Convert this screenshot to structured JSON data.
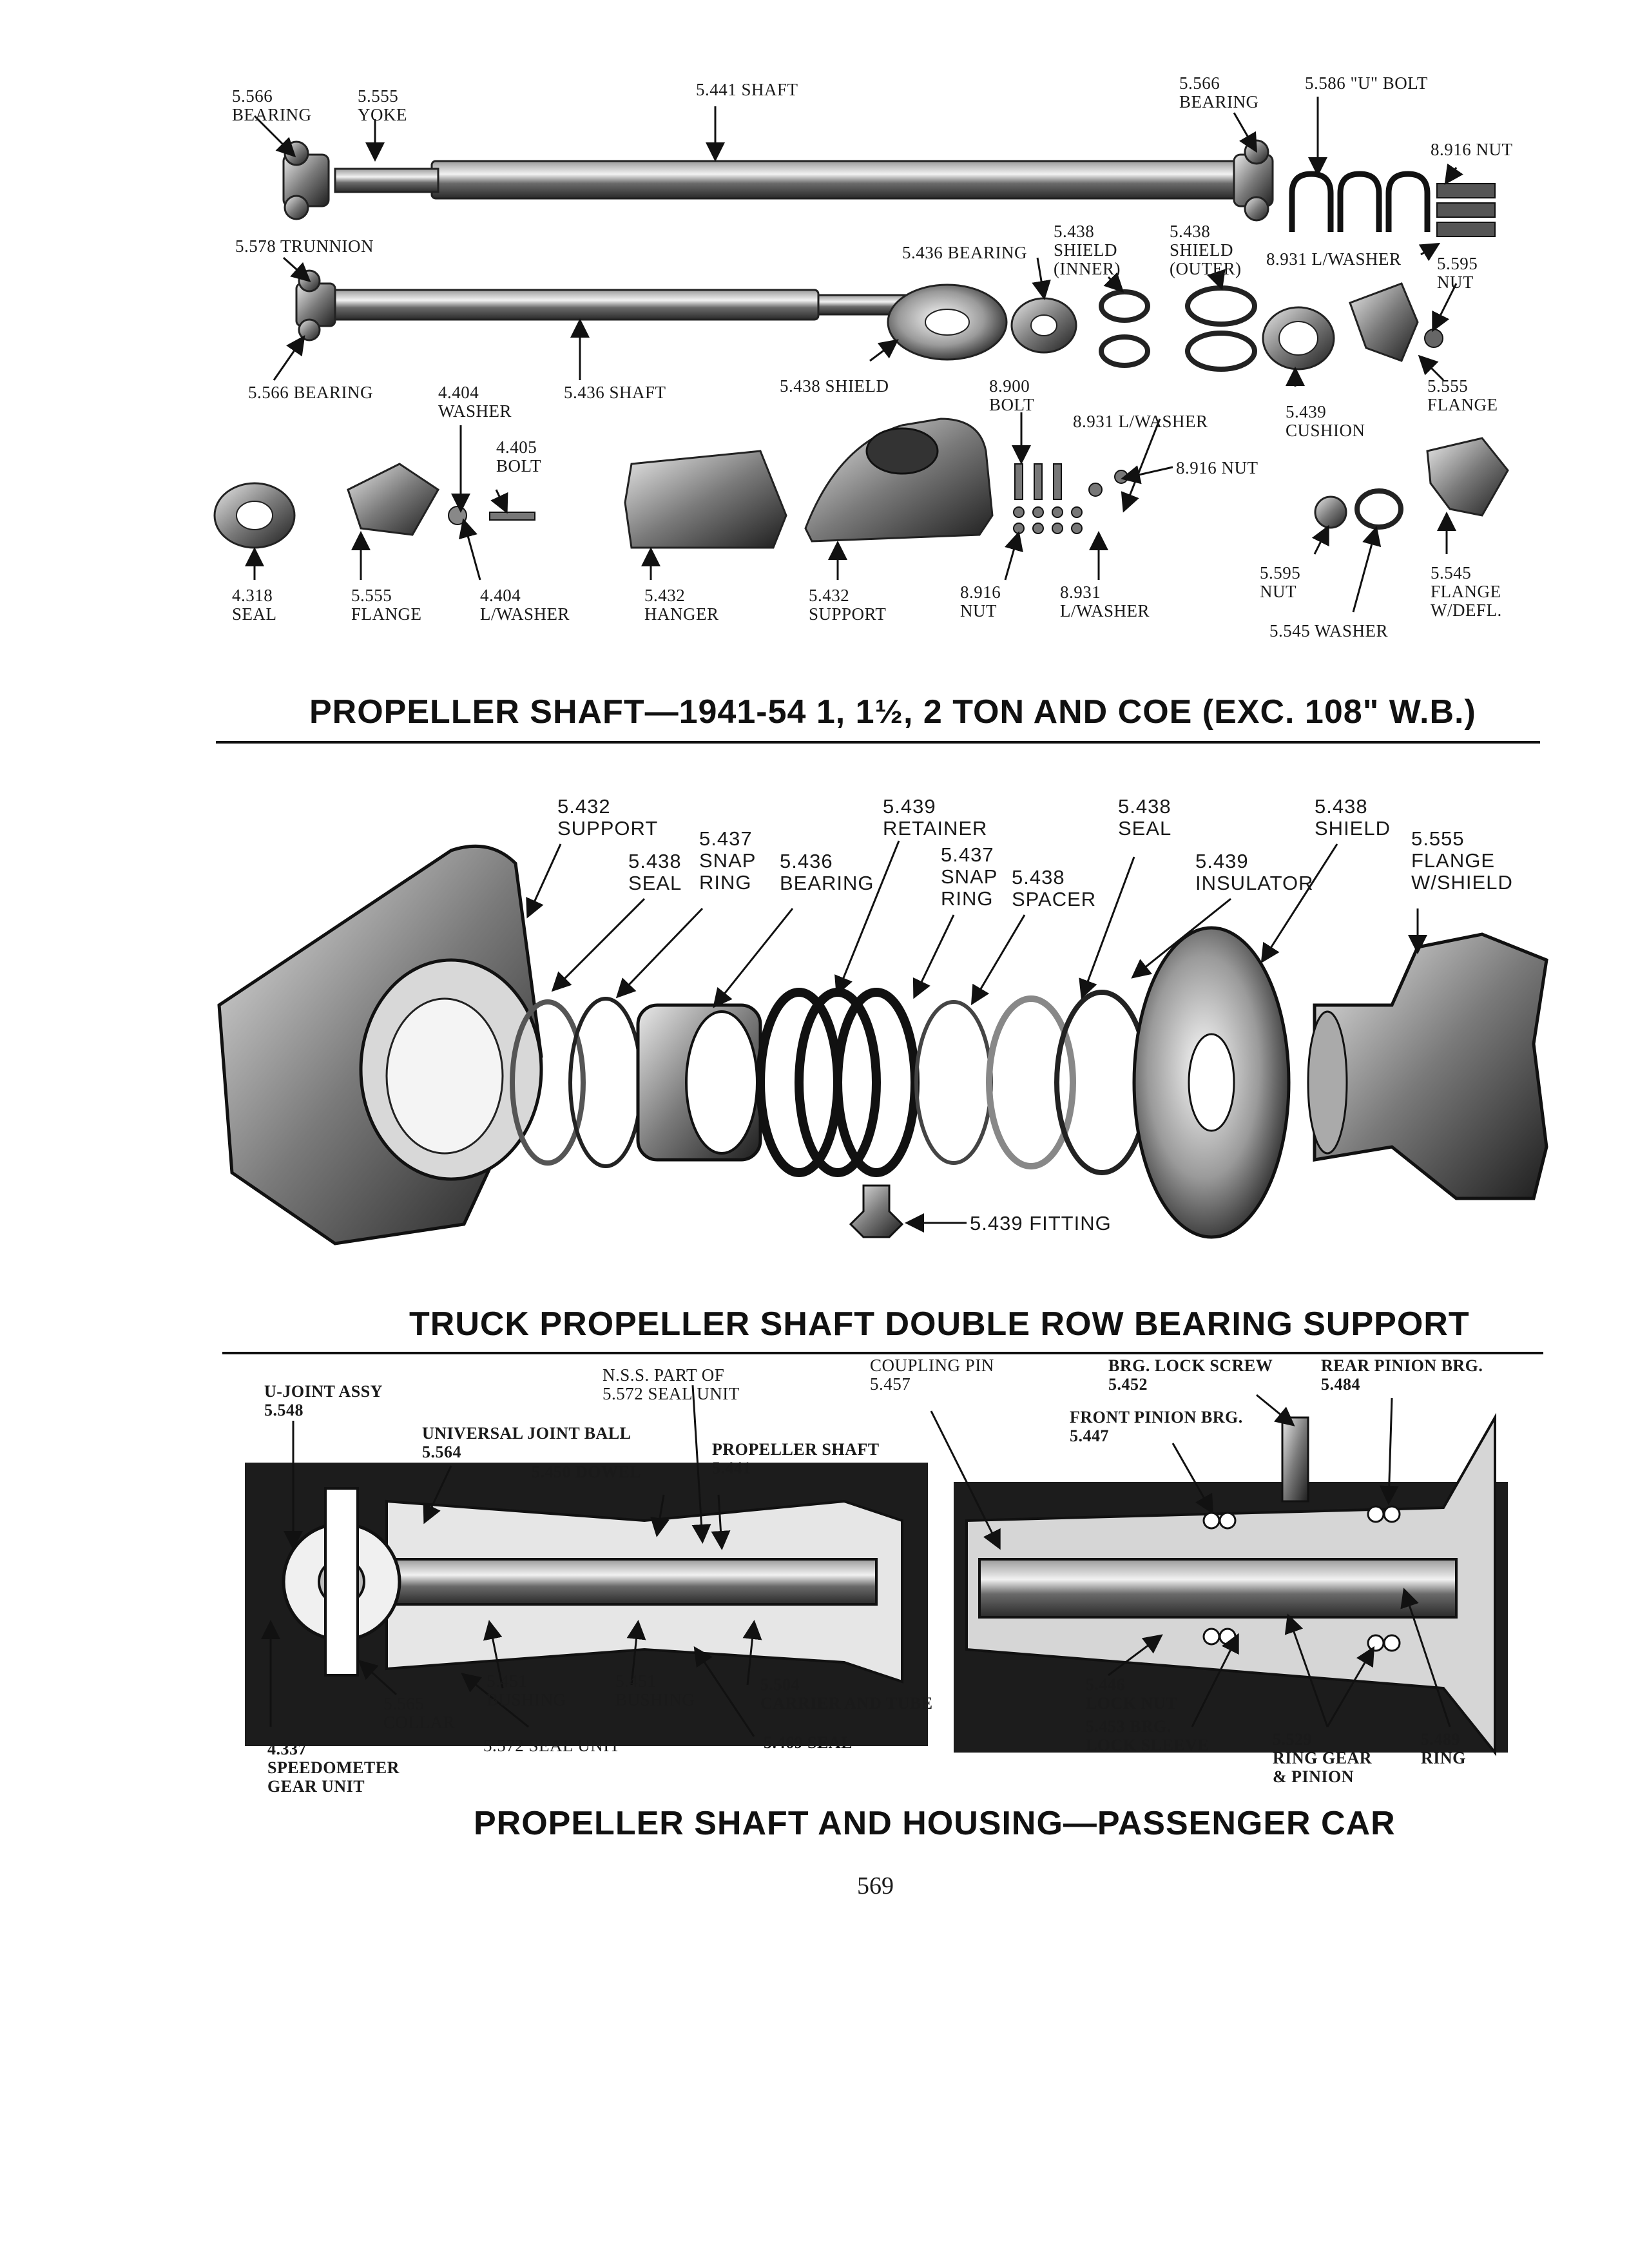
{
  "figure1": {
    "title": "PROPELLER SHAFT—1941-54 1, 1½, 2 TON AND COE (EXC. 108\" W.B.)",
    "labels": [
      "5.566\nBEARING",
      "5.555\nYOKE",
      "5.441 SHAFT",
      "5.566\nBEARING",
      "5.586 \"U\" BOLT",
      "8.916 NUT",
      "5.578 TRUNNION",
      "5.436 BEARING",
      "5.438\nSHIELD\n(INNER)",
      "5.438\nSHIELD\n(OUTER)",
      "8.931 L/WASHER",
      "5.595\nNUT",
      "5.566 BEARING",
      "4.404\nWASHER",
      "5.436 SHAFT",
      "5.438 SHIELD",
      "8.900\nBOLT",
      "8.931 L/WASHER",
      "5.439\nCUSHION",
      "5.555\nFLANGE",
      "4.405\nBOLT",
      "8.916 NUT",
      "4.318\nSEAL",
      "5.555\nFLANGE",
      "4.404\nL/WASHER",
      "5.432\nHANGER",
      "5.432\nSUPPORT",
      "8.916\nNUT",
      "8.931\nL/WASHER",
      "5.595\nNUT",
      "5.545 WASHER",
      "5.545\nFLANGE\nW/DEFL."
    ]
  },
  "figure2": {
    "title": "TRUCK PROPELLER SHAFT DOUBLE ROW BEARING SUPPORT",
    "labels": [
      "5.432\nSUPPORT",
      "5.438\nSEAL",
      "5.437\nSNAP\nRING",
      "5.436\nBEARING",
      "5.439\nRETAINER",
      "5.437\nSNAP\nRING",
      "5.438\nSPACER",
      "5.438\nSEAL",
      "5.439\nINSULATOR",
      "5.438\nSHIELD",
      "5.555\nFLANGE\nW/SHIELD",
      "5.439 FITTING"
    ]
  },
  "figure3": {
    "title": "PROPELLER SHAFT AND HOUSING—PASSENGER CAR",
    "labels": [
      "U-JOINT ASSY\n5.548",
      "UNIVERSAL JOINT BALL\n5.564",
      "N.S.S. PART OF\n5.572 SEAL UNIT",
      "5.450 DOWEL",
      "PROPELLER SHAFT\n5.441",
      "COUPLING PIN\n5.457",
      "BRG. LOCK SCREW\n5.452",
      "REAR PINION BRG.\n5.484",
      "FRONT PINION BRG.\n5.447",
      "4.337\nSPEEDOMETER\nGEAR UNIT",
      "5.565\nCOLLAR",
      "5.451\nBUSHING",
      "5.451\nBUSHING",
      "5.504\nCARRIER AND TUBE",
      "5.572 SEAL UNIT",
      "5.469 SEAL",
      "5.446\nLOCK NUT",
      "5.453 BRG.\nLOCK SLEEVE",
      "5.529\nRING GEAR\n& PINION",
      "5.489\nRING"
    ]
  },
  "page_number": "569"
}
